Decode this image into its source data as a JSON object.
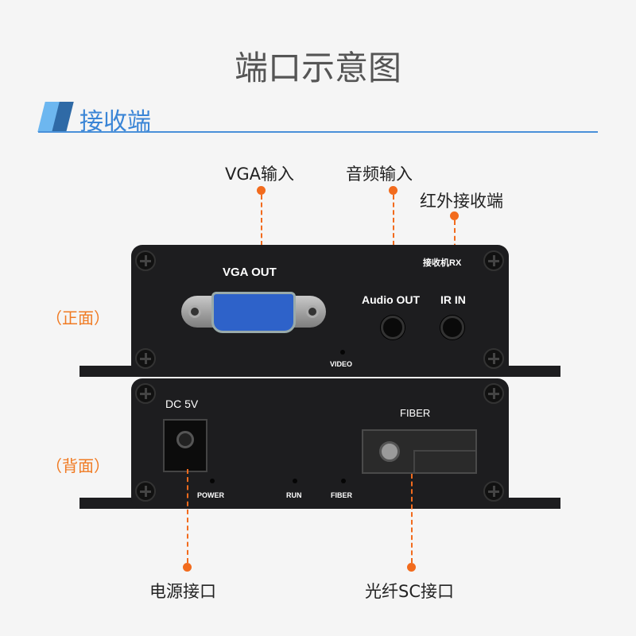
{
  "title": "端口示意图",
  "section": "接收端",
  "callouts": {
    "vga_in": "VGA输入",
    "audio_in": "音频输入",
    "ir_rx": "红外接收端",
    "power": "电源接口",
    "fiber_sc": "光纤SC接口"
  },
  "sides": {
    "front": "（正面）",
    "back": "（背面）"
  },
  "front_panel": {
    "vga_out": "VGA OUT",
    "model": "接收机RX",
    "audio_out": "Audio OUT",
    "ir_in": "IR IN",
    "video": "VIDEO"
  },
  "back_panel": {
    "dc": "DC 5V",
    "fiber": "FIBER",
    "power_led": "POWER",
    "run_led": "RUN",
    "fiber_led": "FIBER"
  },
  "colors": {
    "accent": "#f26b1d",
    "blue": "#3a85d6",
    "panel": "#1d1d1f"
  }
}
